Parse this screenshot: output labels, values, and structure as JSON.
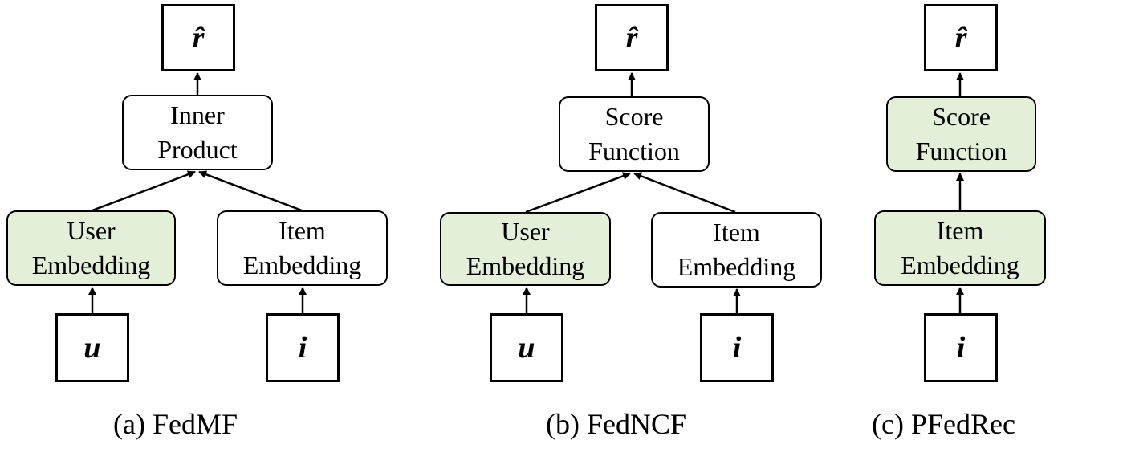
{
  "panels": [
    {
      "caption": "(a) FedMF",
      "output_symbol": "r̂",
      "combine_node": [
        "Inner",
        "Product"
      ],
      "left_embedding": [
        "User",
        "Embedding"
      ],
      "right_embedding": [
        "Item",
        "Embedding"
      ],
      "left_input": "u",
      "right_input": "i"
    },
    {
      "caption": "(b) FedNCF",
      "output_symbol": "r̂",
      "combine_node": [
        "Score",
        "Function"
      ],
      "left_embedding": [
        "User",
        "Embedding"
      ],
      "right_embedding": [
        "Item",
        "Embedding"
      ],
      "left_input": "u",
      "right_input": "i"
    },
    {
      "caption": "(c) PFedRec",
      "output_symbol": "r̂",
      "combine_node": [
        "Score",
        "Function"
      ],
      "embedding": [
        "Item",
        "Embedding"
      ],
      "input": "i"
    }
  ],
  "colors": {
    "personalized_fill": "#e3efd9",
    "default_fill": "#ffffff",
    "stroke": "#000000"
  }
}
